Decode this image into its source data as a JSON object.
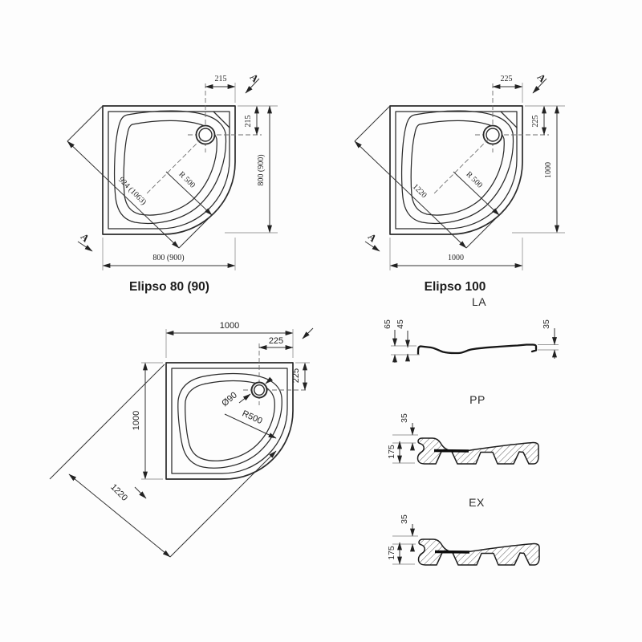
{
  "drawing1": {
    "title": "Elipso 80 (90)",
    "dim_top": "215",
    "dim_side": "215",
    "dim_right": "800 (900)",
    "dim_bottom": "800 (900)",
    "dim_diagonal": "924 (1063)",
    "radius_label": "R 500",
    "section_marker": "A"
  },
  "drawing2": {
    "title": "Elipso 100",
    "dim_top": "225",
    "dim_side": "225",
    "dim_right": "1000",
    "dim_bottom": "1000",
    "dim_diagonal": "1220",
    "radius_label": "R 500",
    "section_marker": "A"
  },
  "drawing3": {
    "dim_top": "1000",
    "dim_top_offset": "225",
    "dim_side": "225",
    "dim_left": "1000",
    "dim_diagonal": "1220",
    "radius_label": "R500",
    "drain_label": "Ø90"
  },
  "sections": {
    "la": {
      "label": "LA",
      "dim_outer": "65",
      "dim_inner": "45",
      "dim_edge": "35"
    },
    "pp": {
      "label": "PP",
      "dim_top": "35",
      "dim_height": "175"
    },
    "ex": {
      "label": "EX",
      "dim_top": "35",
      "dim_height": "175"
    }
  },
  "colors": {
    "line": "#2b2b2b",
    "dimension": "#333333",
    "witness": "#9b9b9b",
    "background": "#fdfdfd"
  }
}
